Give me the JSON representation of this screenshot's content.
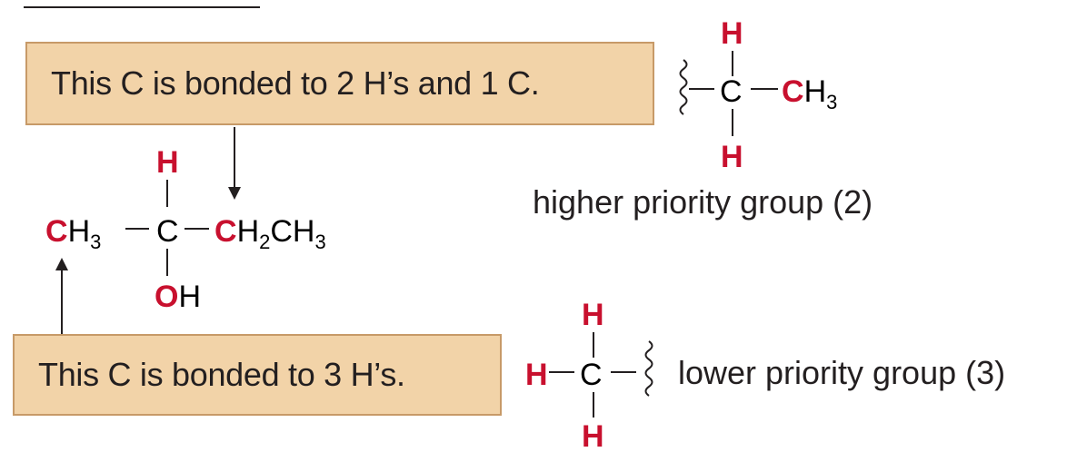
{
  "callouts": {
    "top": "This C is bonded to 2 H’s and 1 C.",
    "bottom": "This C is bonded to 3 H’s."
  },
  "molecule": {
    "left_c": "C",
    "left_h3": "H",
    "left_sub3": "3",
    "center_c": "C",
    "center_h": "H",
    "oh_o": "O",
    "oh_h": "H",
    "right_c": "C",
    "right_h": "H",
    "right_sub2": "2",
    "right_ch3": "CH",
    "right_sub3": "3"
  },
  "higher_group": {
    "top_h": "H",
    "c": "C",
    "ch3_c": "C",
    "ch3_h": "H",
    "ch3_sub": "3",
    "bottom_h": "H",
    "label": "higher priority group (2)"
  },
  "lower_group": {
    "top_h": "H",
    "left_h": "H",
    "c": "C",
    "bottom_h": "H",
    "label": "lower priority group (3)"
  },
  "colors": {
    "accent_red": "#c8102e",
    "callout_fill": "#f2d3a8",
    "callout_border": "#c79a68",
    "text": "#231f20"
  }
}
